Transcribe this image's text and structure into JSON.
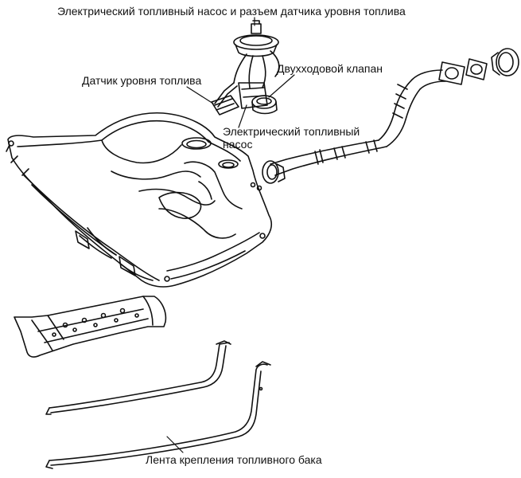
{
  "labels": {
    "pump_connector": "Электрический топливный насос и разъем датчика уровня топлива",
    "level_sensor": "Датчик уровня топлива",
    "two_way_valve": "Двухходовой клапан",
    "electric_pump_line1": "Электрический топливный",
    "electric_pump_line2": "насос",
    "tank_strap": "Лента крепления топливного бака"
  },
  "colors": {
    "line": "#111111",
    "background": "#ffffff"
  }
}
